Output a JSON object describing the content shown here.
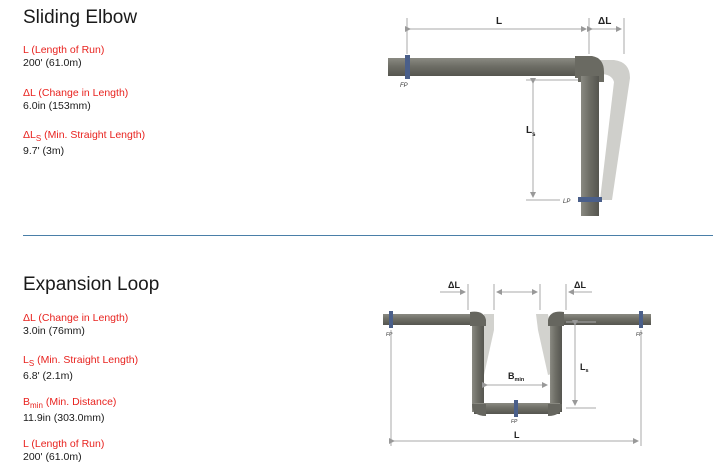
{
  "sliding_elbow": {
    "title": "Sliding Elbow",
    "params": [
      {
        "label": "L (Length of Run)",
        "value": "200' (61.0m)"
      },
      {
        "label": "ΔL (Change in Length)",
        "value": "6.0in (153mm)"
      },
      {
        "label_main": "ΔL",
        "label_sub": "S",
        "label_rest": " (Min. Straight Length)",
        "value": "9.7' (3m)"
      }
    ],
    "diagram": {
      "dim_L": "L",
      "dim_dL": "ΔL",
      "dim_Ls": "L",
      "dim_Ls_sub": "s",
      "fp": "FP",
      "lp": "LP"
    }
  },
  "expansion_loop": {
    "title": "Expansion Loop",
    "params": [
      {
        "label": "ΔL (Change in Length)",
        "value": "3.0in (76mm)"
      },
      {
        "label_main": "L",
        "label_sub": "S",
        "label_rest": " (Min. Straight Length)",
        "value": "6.8' (2.1m)"
      },
      {
        "label_main": "B",
        "label_sub": "min",
        "label_rest": " (Min. Distance)",
        "value": "11.9in (303.0mm)"
      },
      {
        "label": "L (Length of Run)",
        "value": "200' (61.0m)"
      }
    ],
    "diagram": {
      "dim_dL_left": "ΔL",
      "dim_dL_right": "ΔL",
      "dim_Bmin": "B",
      "dim_Bmin_sub": "min",
      "dim_Ls": "L",
      "dim_Ls_sub": "s",
      "dim_L": "L",
      "fp": "FP"
    }
  },
  "colors": {
    "pipe": "#707068",
    "pipe_ghost": "#c8c8c4",
    "label_red": "#e8231f",
    "divider": "#4a7fa8",
    "clamp": "#4a5f8a"
  }
}
